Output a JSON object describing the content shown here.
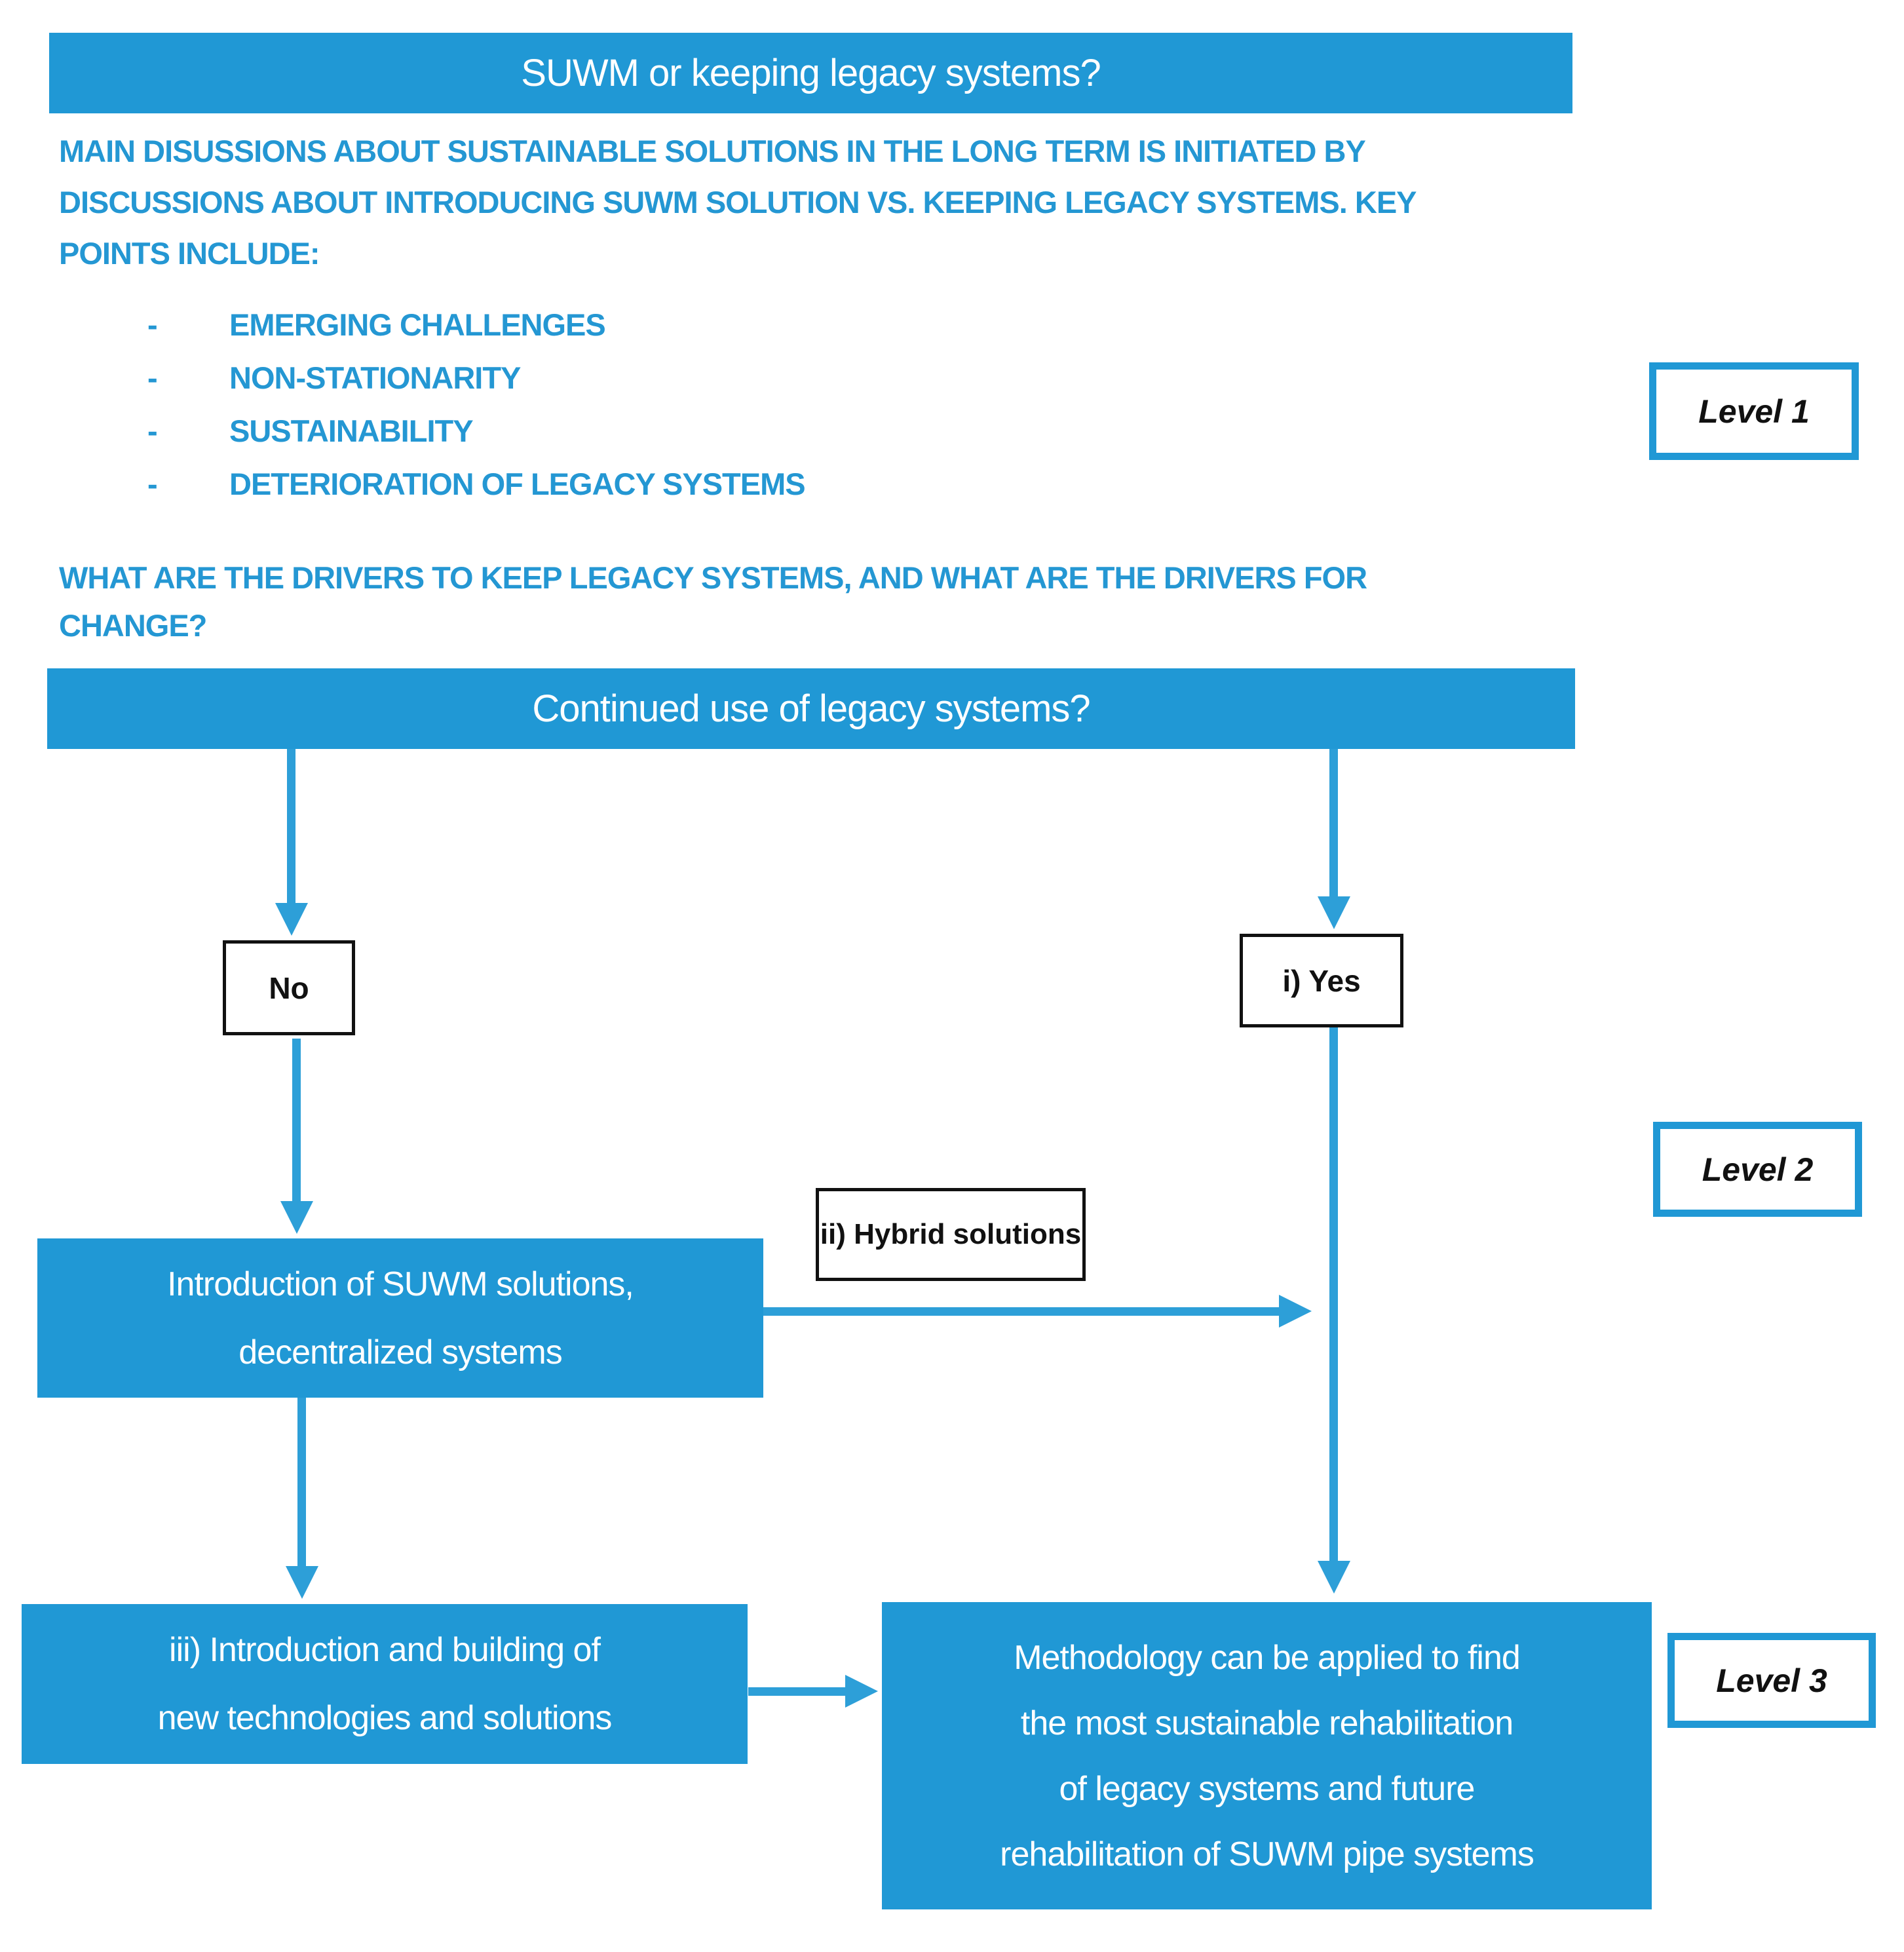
{
  "palette": {
    "primary_blue": "#2098D5",
    "arrow_blue": "#2D9FD8",
    "text_blue": "#2497D3",
    "black": "#111111"
  },
  "banner_top": {
    "title": "SUWM or keeping legacy systems?"
  },
  "intro": {
    "paragraph": "MAIN DISUSSIONS ABOUT SUSTAINABLE SOLUTIONS IN THE LONG TERM IS INITIATED BY\nDISCUSSIONS ABOUT INTRODUCING SUWM SOLUTION VS. KEEPING LEGACY SYSTEMS. KEY\nPOINTS INCLUDE:",
    "bullet_marker": "-",
    "bullets": [
      "EMERGING CHALLENGES",
      "NON-STATIONARITY",
      "SUSTAINABILITY",
      "DETERIORATION OF LEGACY SYSTEMS"
    ],
    "question": "WHAT ARE THE DRIVERS TO KEEP LEGACY SYSTEMS, AND WHAT ARE THE DRIVERS FOR\nCHANGE?"
  },
  "flow": {
    "decision_banner": "Continued use of legacy systems?",
    "no_label": "No",
    "yes_label": "i) Yes",
    "hybrid_label": "ii) Hybrid solutions",
    "suwm_box": "Introduction of SUWM solutions,\ndecentralized systems",
    "new_tech_box": "iii) Introduction and building of\nnew technologies and solutions",
    "methodology_box": "Methodology can be applied to find\nthe most sustainable rehabilitation\nof legacy systems and future\nrehabilitation of SUWM pipe systems"
  },
  "levels": [
    {
      "label": "Level 1"
    },
    {
      "label": "Level 2"
    },
    {
      "label": "Level 3"
    }
  ]
}
